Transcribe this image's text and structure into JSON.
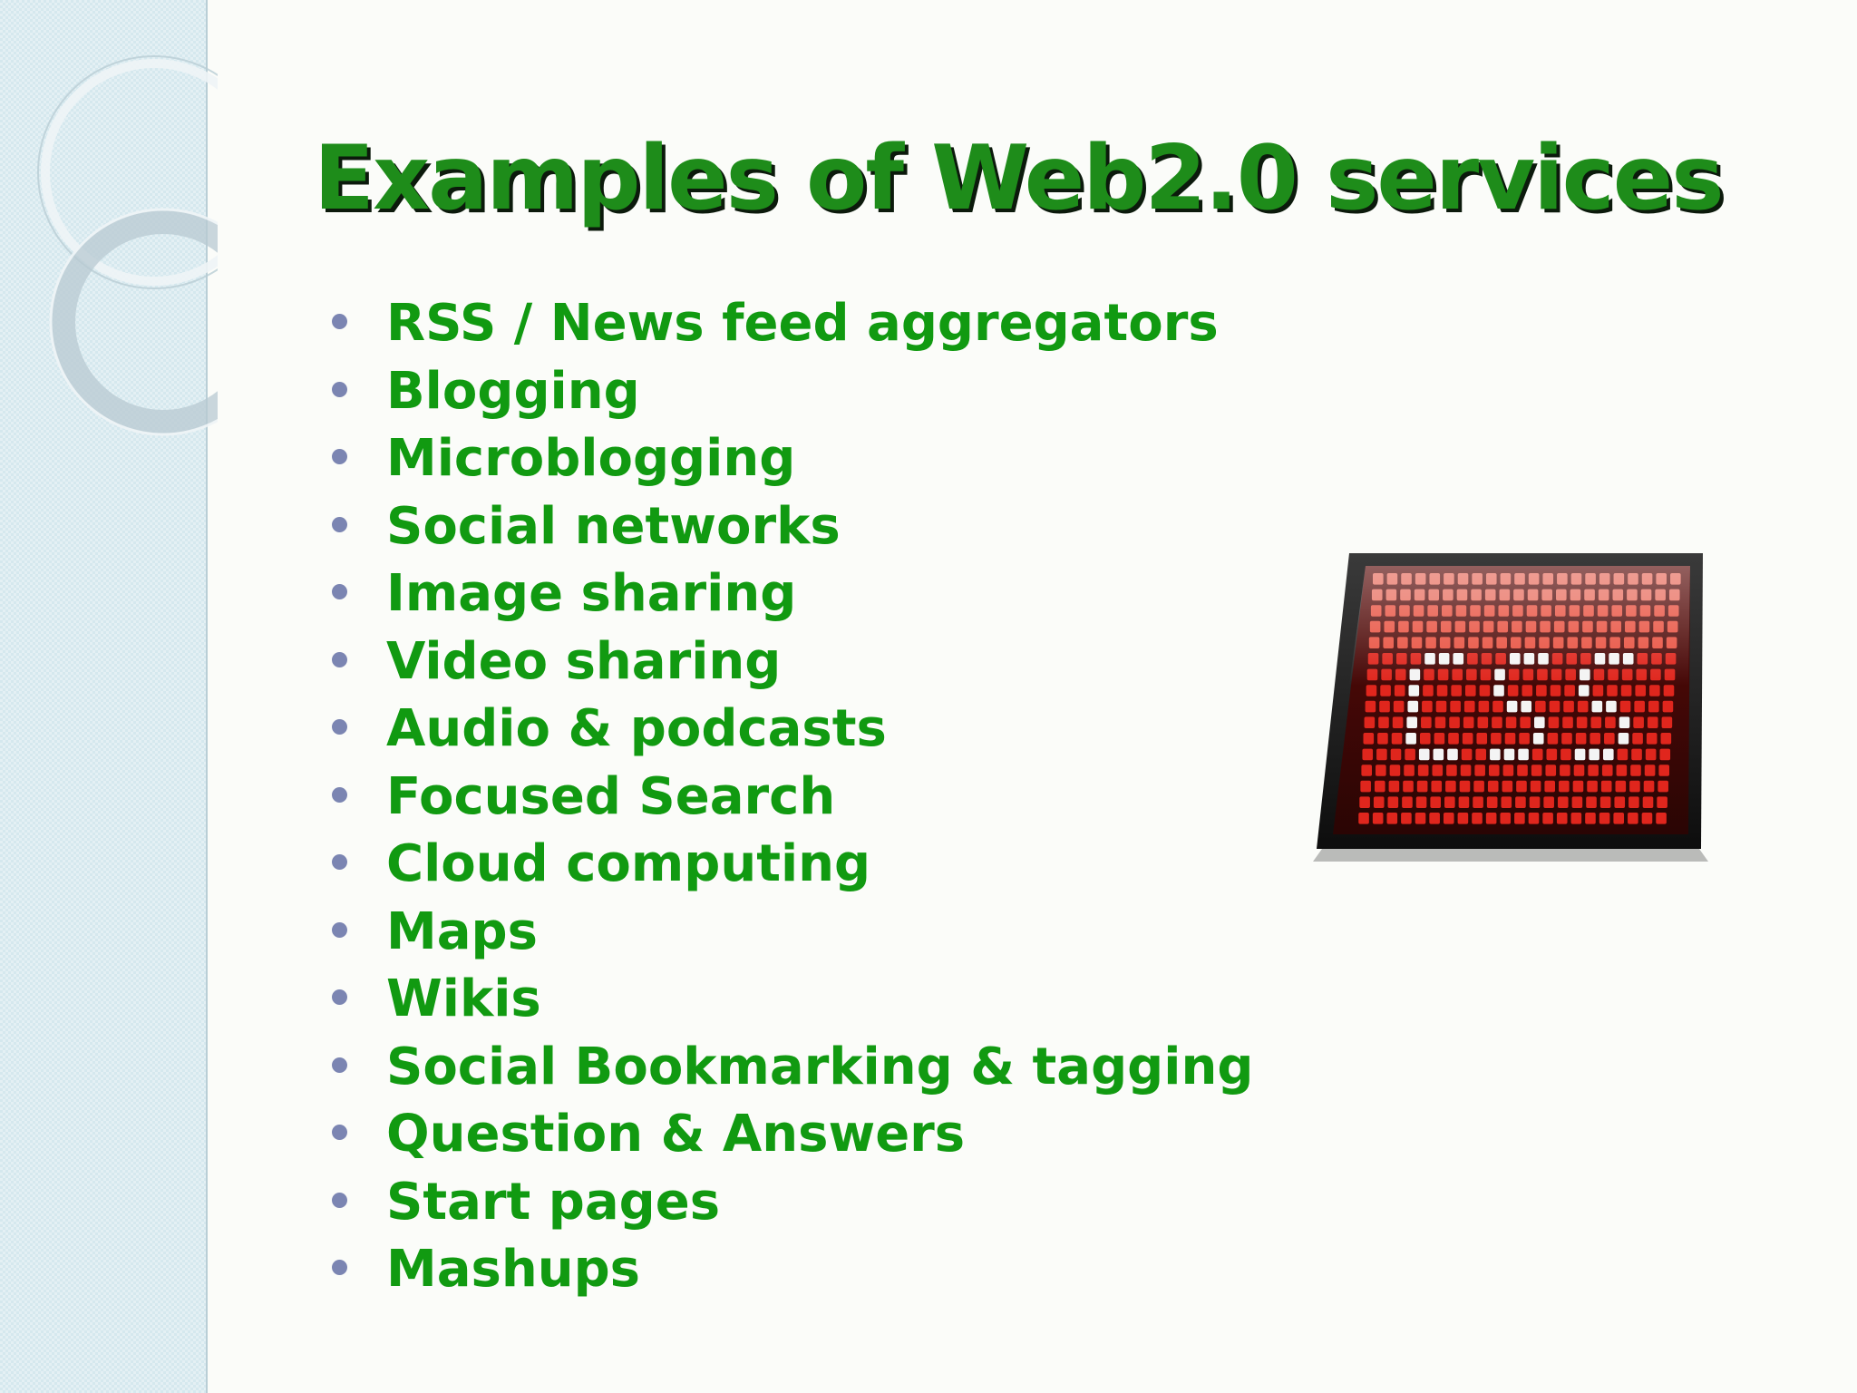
{
  "slide": {
    "title": "Examples of Web2.0 services",
    "items": [
      "RSS / News feed aggregators",
      "Blogging",
      "Microblogging",
      "Social networks",
      "Image sharing",
      "Video sharing",
      "Audio & podcasts",
      "Focused Search",
      "Cloud computing",
      "Maps",
      "Wikis",
      "Social Bookmarking & tagging",
      "Question & Answers",
      "Start pages",
      "Mashups"
    ],
    "logo": {
      "icon": "css-pixel-logo-icon",
      "text": "CSS"
    },
    "colors": {
      "title": "#1e8c1a",
      "title_shadow": "#0c1a0c",
      "bullet_text": "#119a11",
      "bullet_dot": "#7b85b2",
      "side_panel": "#d5e8ee",
      "logo_red": "#e0261d",
      "logo_frame": "#1a1a1a"
    }
  }
}
